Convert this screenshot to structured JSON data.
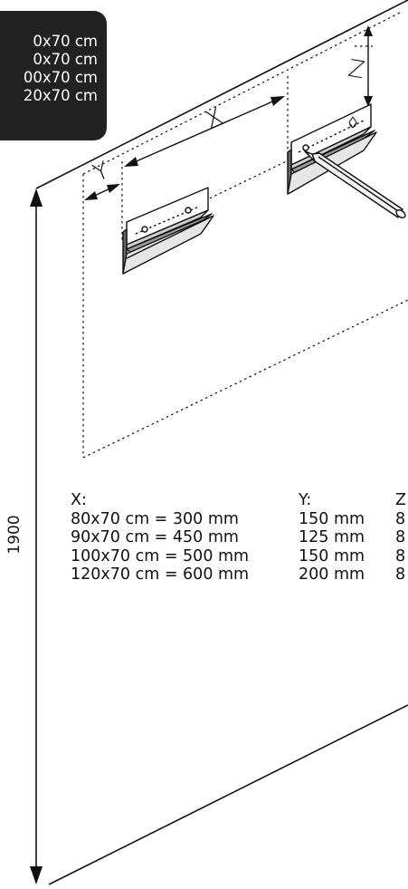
{
  "sizes_badge": {
    "lines": [
      "0x70 cm",
      "0x70 cm",
      "00x70 cm",
      "20x70 cm"
    ],
    "background": "#222222",
    "text_color": "#ffffff"
  },
  "dimensions": {
    "height_label": "1900",
    "x_label": "X",
    "y_label": "Y",
    "z_label": "Z"
  },
  "table": {
    "x_header": "X:",
    "y_header": "Y:",
    "z_header": "Z",
    "rows": [
      {
        "x": "80x70 cm = 300 mm",
        "y": "150 mm",
        "z": "8"
      },
      {
        "x": "90x70 cm  = 450 mm",
        "y": "125 mm",
        "z": "8"
      },
      {
        "x": "100x70 cm = 500 mm",
        "y": "150 mm",
        "z": "8"
      },
      {
        "x": "120x70 cm = 600 mm",
        "y": "200 mm",
        "z": "8"
      }
    ]
  }
}
